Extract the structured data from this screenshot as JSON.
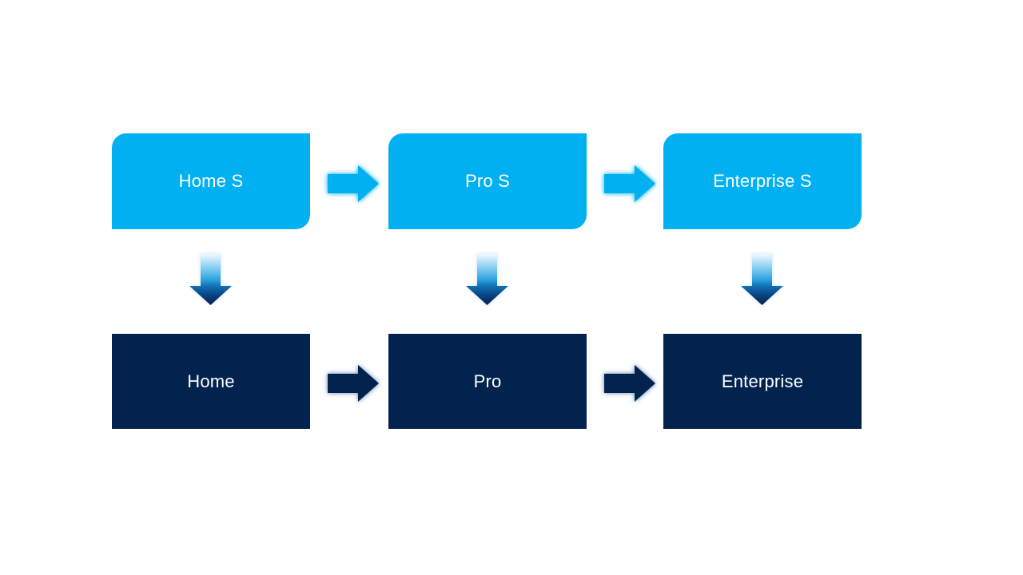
{
  "diagram": {
    "type": "process-flow",
    "background": "#FFFFFF",
    "columns": [
      {
        "id": "home",
        "top_label": "Home S",
        "bottom_label": "Home"
      },
      {
        "id": "pro",
        "top_label": "Pro S",
        "bottom_label": "Pro"
      },
      {
        "id": "enterprise",
        "top_label": "Enterprise S",
        "bottom_label": "Enterprise"
      }
    ],
    "colors": {
      "top_box_fill": "#00B0F0",
      "bottom_box_fill": "#03234F",
      "label_text": "#FFFFFF",
      "top_arrow_fill": "#00B0F0",
      "bottom_arrow_fill": "#03234F",
      "down_arrow_gradient_top": "#EFF9FE",
      "down_arrow_gradient_mid": "#2FA3DE",
      "down_arrow_gradient_bottom": "#03214C"
    },
    "connectors": {
      "top_row_arrows": [
        {
          "icon": "right-arrow-icon",
          "from": "Home S",
          "to": "Pro S"
        },
        {
          "icon": "right-arrow-icon",
          "from": "Pro S",
          "to": "Enterprise S"
        }
      ],
      "bottom_row_arrows": [
        {
          "icon": "right-arrow-icon",
          "from": "Home",
          "to": "Pro"
        },
        {
          "icon": "right-arrow-icon",
          "from": "Pro",
          "to": "Enterprise"
        }
      ],
      "down_arrows": [
        {
          "icon": "down-arrow-icon",
          "from": "Home S",
          "to": "Home"
        },
        {
          "icon": "down-arrow-icon",
          "from": "Pro S",
          "to": "Pro"
        },
        {
          "icon": "down-arrow-icon",
          "from": "Enterprise S",
          "to": "Enterprise"
        }
      ]
    }
  }
}
